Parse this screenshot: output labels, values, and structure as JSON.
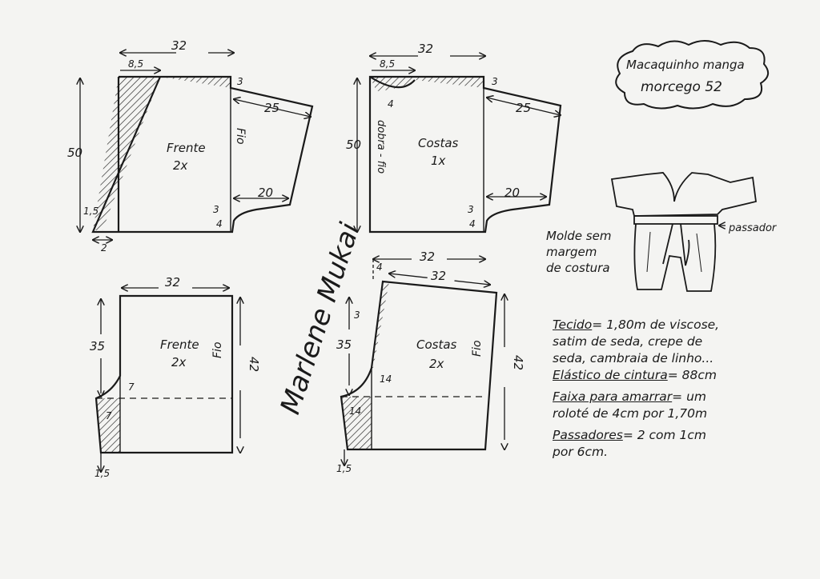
{
  "title": {
    "line1": "Macaquinho manga",
    "line2": "morcego 52"
  },
  "colors": {
    "ink": "#1a1a1a",
    "paper": "#f4f4f2"
  },
  "front_top": {
    "name": "Frente",
    "count": "2x",
    "grain": "Fio",
    "width": "32",
    "neck": "8,5",
    "shoulder_drop": "3",
    "sleeve": "25",
    "height": "50",
    "underarm": "20",
    "small_a": "3",
    "small_b": "4",
    "crotch_side": "1,5",
    "bottom": "2"
  },
  "back_top": {
    "name": "Costas",
    "count": "1x",
    "fold": "dobra - fio",
    "width": "32",
    "neck": "8,5",
    "shoulder_drop": "3",
    "neck_depth": "4",
    "sleeve": "25",
    "height": "50",
    "underarm": "20",
    "small_a": "3",
    "small_b": "4"
  },
  "front_short": {
    "name": "Frente",
    "count": "2x",
    "grain": "Fio",
    "width": "32",
    "height": "42",
    "rise": "35",
    "curve_v": "7",
    "curve_h": "7",
    "bottom": "1,5"
  },
  "back_short": {
    "name": "Costas",
    "count": "2x",
    "grain": "Fio",
    "width": "32",
    "top_width": "32",
    "height": "42",
    "rise": "35",
    "raise": "4",
    "offset": "3",
    "curve_v": "14",
    "curve_h": "14",
    "bottom": "1,5"
  },
  "illustration": {
    "label": "passador"
  },
  "molde": [
    "Molde sem",
    "margem",
    "de costura"
  ],
  "notes": [
    {
      "key": "Tecido",
      "text": "= 1,80m de viscose,"
    },
    {
      "key": "",
      "text": "satim de seda, crepe de"
    },
    {
      "key": "",
      "text": "seda, cambraia de linho..."
    },
    {
      "key": "Elástico de cintura",
      "text": "= 88cm"
    },
    {
      "key": "Faixa para amarrar",
      "text": "= um"
    },
    {
      "key": "",
      "text": "roloté de 4cm por 1,70m"
    },
    {
      "key": "Passadores",
      "text": "= 2 com 1cm"
    },
    {
      "key": "",
      "text": "por 6cm."
    }
  ],
  "signature": "Marlene Mukai"
}
